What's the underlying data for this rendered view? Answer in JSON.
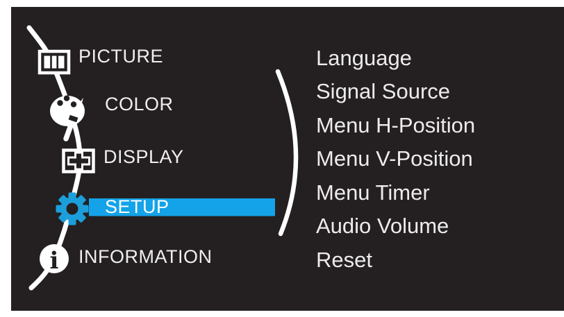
{
  "colors": {
    "page_bg": "#FFFFFF",
    "panel_bg": "#242021",
    "accent": "#14A3E8",
    "gear_blue": "#1C9EDB",
    "text": "#F0EEEE"
  },
  "sidebar": {
    "items": [
      {
        "label": "PICTURE",
        "icon": "picture-icon",
        "active": false
      },
      {
        "label": "COLOR",
        "icon": "palette-icon",
        "active": false
      },
      {
        "label": "DISPLAY",
        "icon": "display-icon",
        "active": false
      },
      {
        "label": "SETUP",
        "icon": "gear-icon",
        "active": true
      },
      {
        "label": "INFORMATION",
        "icon": "info-icon",
        "active": false
      }
    ]
  },
  "submenu": {
    "items": [
      "Language",
      "Signal Source",
      "Menu H-Position",
      "Menu V-Position",
      "Menu Timer",
      "Audio Volume",
      "Reset"
    ]
  }
}
